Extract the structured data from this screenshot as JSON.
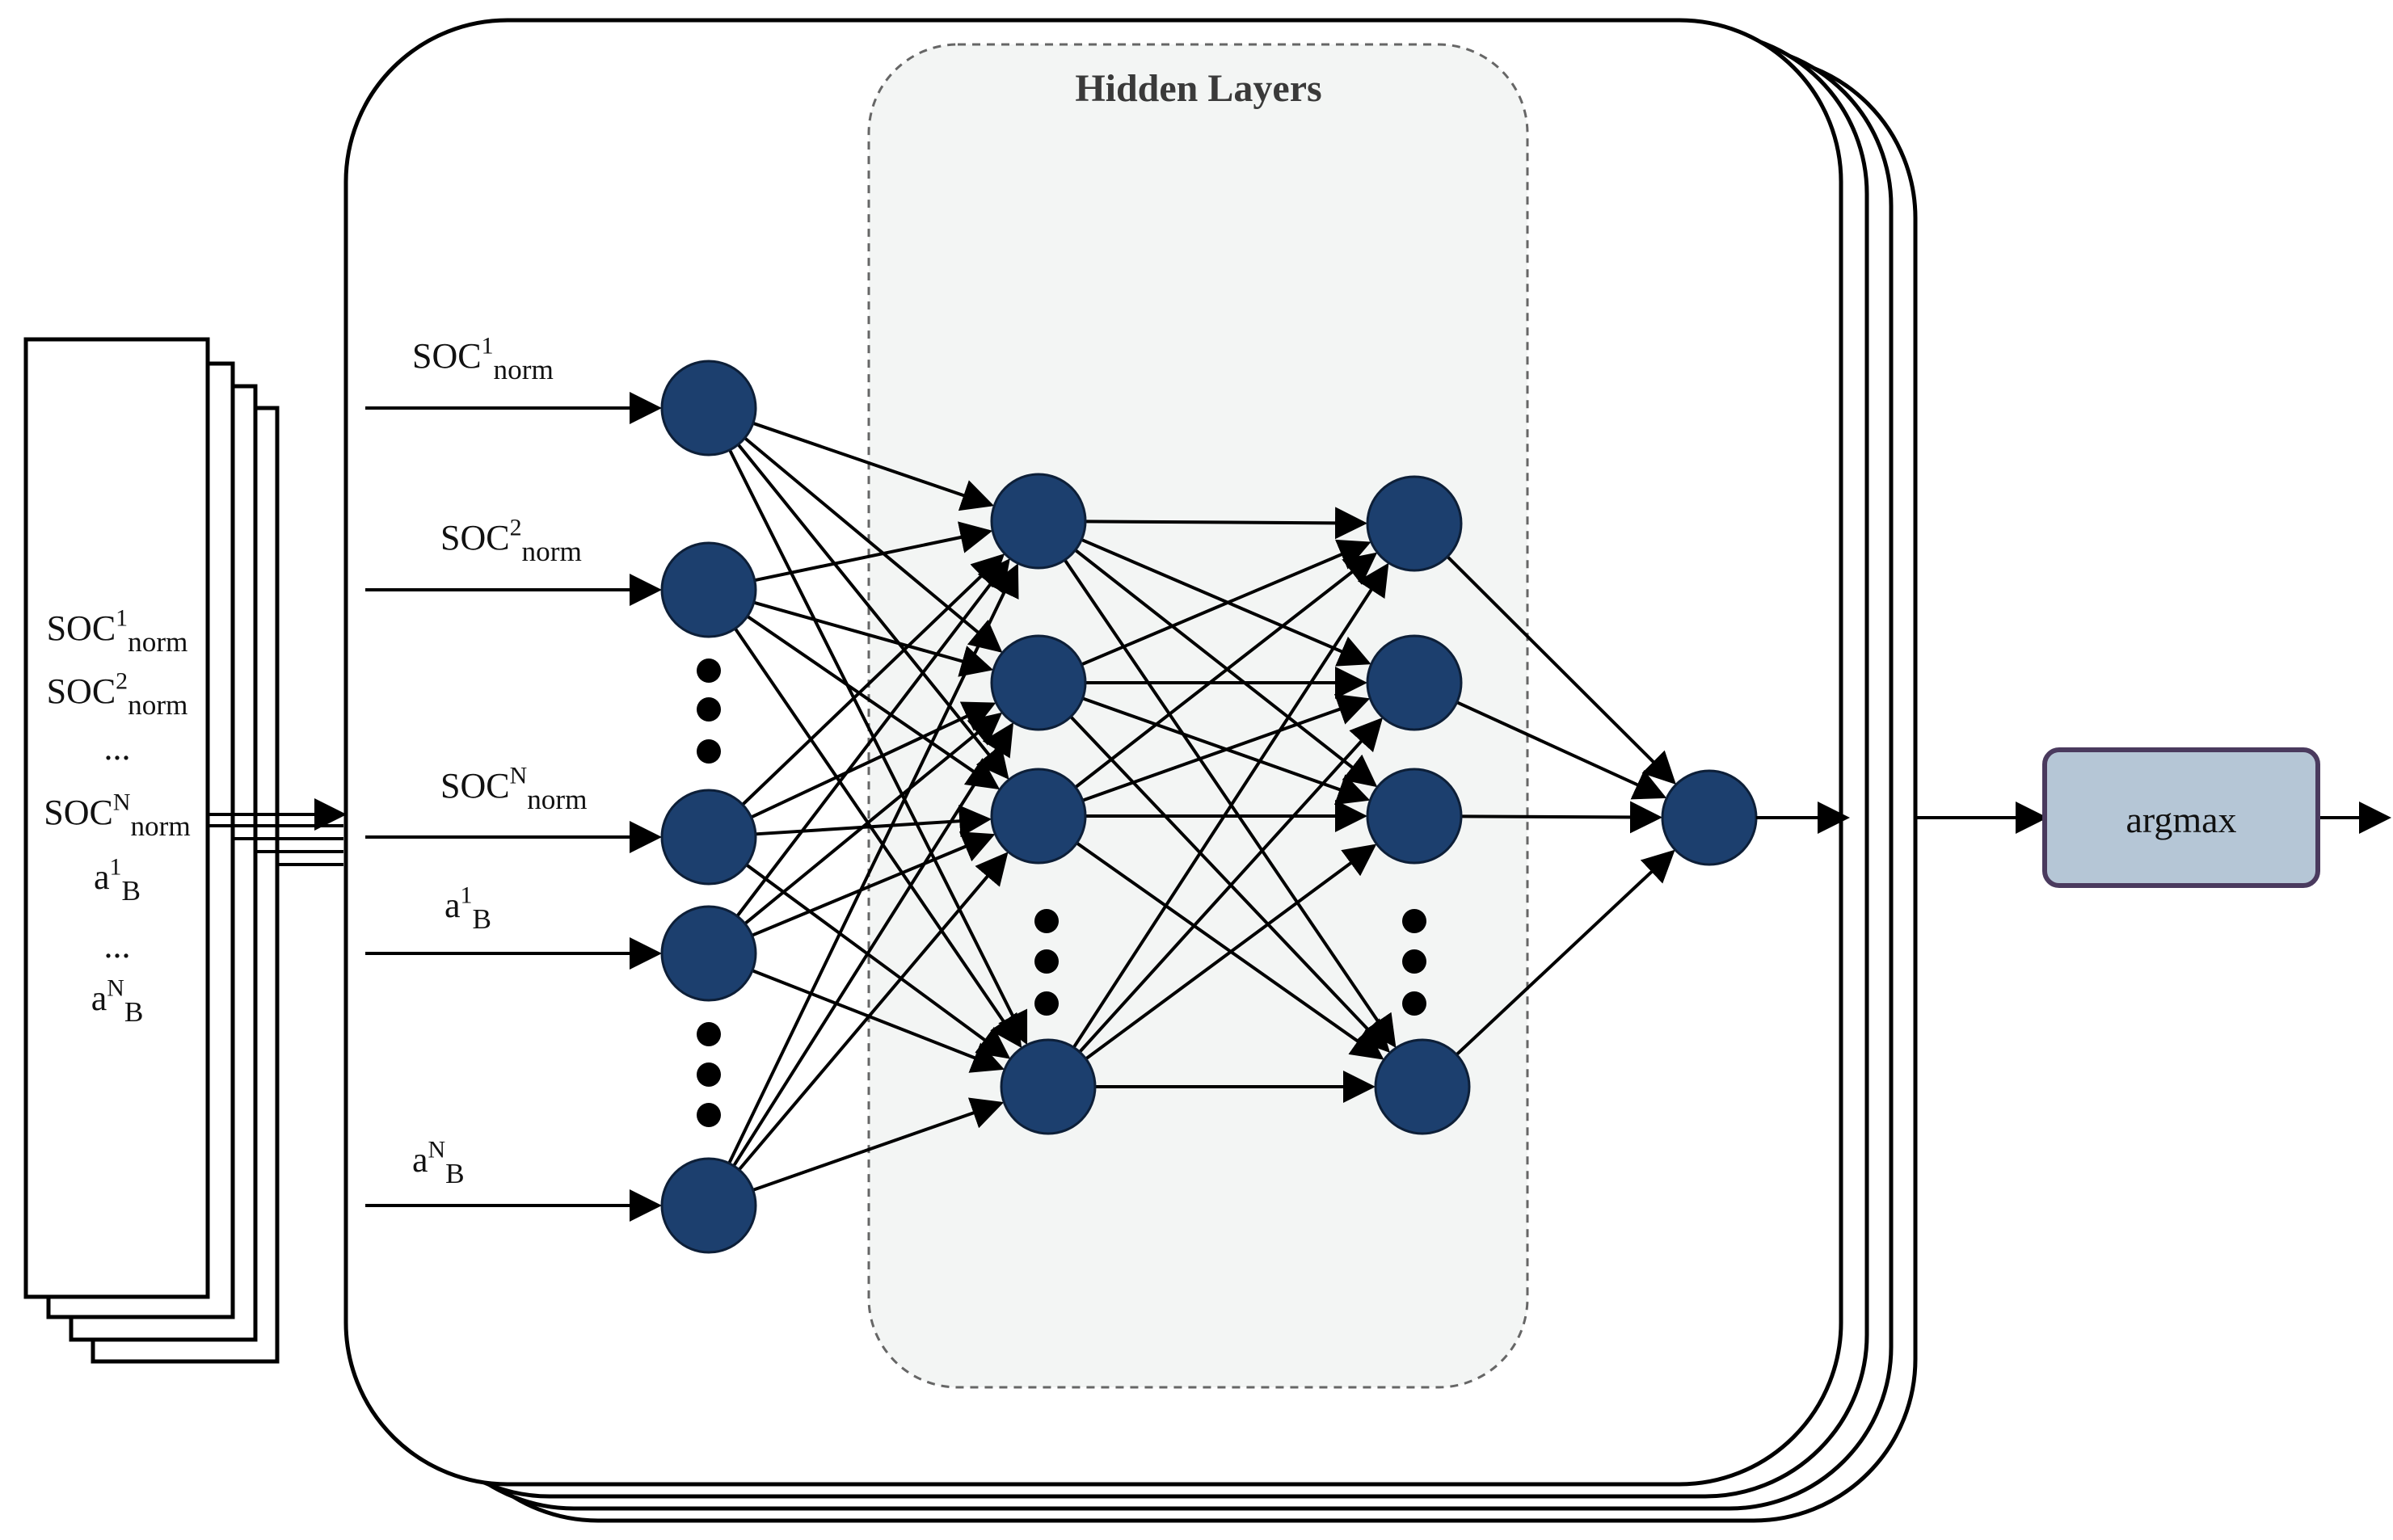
{
  "colors": {
    "node_fill": "#1c3f6e",
    "node_stroke": "#0d1f38",
    "hidden_region_fill": "#f3f5f4",
    "argmax_fill": "#b5c6d6",
    "argmax_stroke": "#4a3a5e",
    "title_text": "#3a3a3a"
  },
  "hidden_layers_title": "Hidden Layers",
  "argmax_label": "argmax",
  "input_stack": {
    "lines": [
      {
        "base": "SOC",
        "sup": "1",
        "sub": "norm"
      },
      {
        "base": "SOC",
        "sup": "2",
        "sub": "norm"
      },
      {
        "base": "...",
        "sup": "",
        "sub": ""
      },
      {
        "base": "SOC",
        "sup": "N",
        "sub": "norm"
      },
      {
        "base": "a",
        "sup": "1",
        "sub": "B"
      },
      {
        "base": "...",
        "sup": "",
        "sub": ""
      },
      {
        "base": "a",
        "sup": "N",
        "sub": "B"
      }
    ]
  },
  "input_labels": [
    {
      "base": "SOC",
      "sup": "1",
      "sub": "norm"
    },
    {
      "base": "SOC",
      "sup": "2",
      "sub": "norm"
    },
    {
      "base": "SOC",
      "sup": "N",
      "sub": "norm"
    },
    {
      "base": "a",
      "sup": "1",
      "sub": "B"
    },
    {
      "base": "a",
      "sup": "N",
      "sub": "B"
    }
  ]
}
